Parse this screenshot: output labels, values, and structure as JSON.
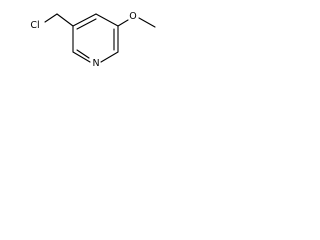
{
  "molecule": {
    "atoms": {
      "chlorine": "Cl",
      "oxygen": "O",
      "nitrogen": "N"
    }
  },
  "colors": {
    "bond": "#000000",
    "label": "#000000",
    "background": "#ffffff"
  }
}
